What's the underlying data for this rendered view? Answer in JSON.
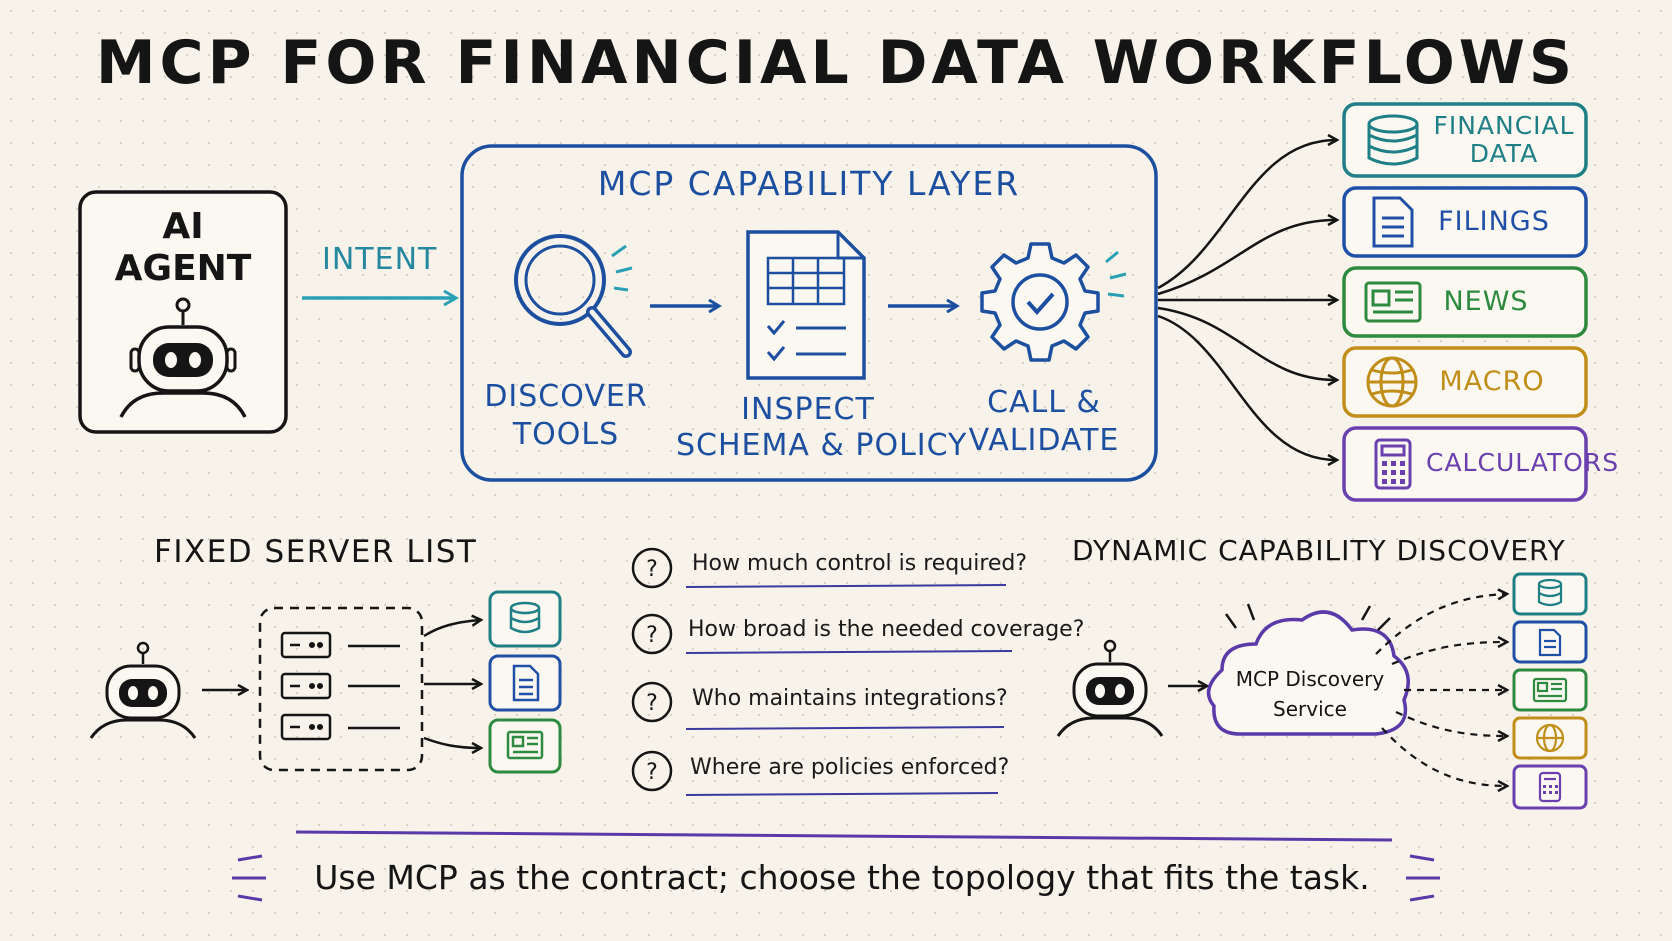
{
  "title": "MCP FOR FINANCIAL DATA WORKFLOWS",
  "agent": {
    "line1": "AI",
    "line2": "AGENT"
  },
  "intent_label": "INTENT",
  "capability_layer": {
    "title": "MCP CAPABILITY LAYER",
    "steps": [
      {
        "line1": "DISCOVER",
        "line2": "TOOLS",
        "icon": "magnifier-icon"
      },
      {
        "line1": "INSPECT",
        "line2": "SCHEMA & POLICY",
        "icon": "schema-document-icon"
      },
      {
        "line1": "CALL &",
        "line2": "VALIDATE",
        "icon": "gear-check-icon"
      }
    ]
  },
  "sources": [
    {
      "line1": "FINANCIAL",
      "line2": "DATA",
      "icon": "database-icon",
      "color": "#1f7f86"
    },
    {
      "line1": "FILINGS",
      "line2": "",
      "icon": "document-icon",
      "color": "#1f4fa6"
    },
    {
      "line1": "NEWS",
      "line2": "",
      "icon": "newspaper-icon",
      "color": "#2d8a3e"
    },
    {
      "line1": "MACRO",
      "line2": "",
      "icon": "globe-icon",
      "color": "#c18e1a"
    },
    {
      "line1": "CALCULATORS",
      "line2": "",
      "icon": "calculator-icon",
      "color": "#6a3fae"
    }
  ],
  "fixed": {
    "title": "FIXED SERVER LIST"
  },
  "questions": [
    "How much control is required?",
    "How broad is the needed coverage?",
    "Who maintains integrations?",
    "Where are policies enforced?"
  ],
  "dynamic": {
    "title": "DYNAMIC CAPABILITY DISCOVERY",
    "service_line1": "MCP Discovery",
    "service_line2": "Service"
  },
  "footer": "Use MCP as the contract; choose the topology that fits the task.",
  "colors": {
    "ink": "#151515",
    "blue": "#1c4fa0",
    "teal": "#2587a0",
    "purple": "#5a3aa8"
  }
}
